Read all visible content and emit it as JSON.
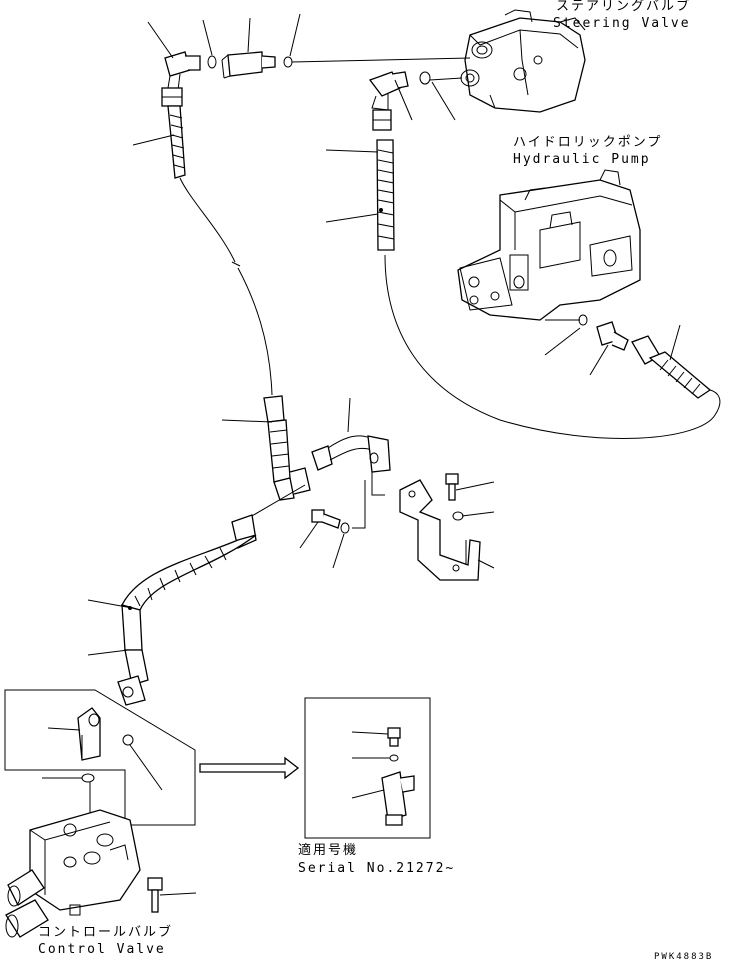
{
  "labels": {
    "steering_valve_jp": "ステアリングバルブ",
    "steering_valve_en": "Steering Valve",
    "hydraulic_pump_jp": "ハイドロリックポンプ",
    "hydraulic_pump_en": "Hydraulic Pump",
    "serial_jp": "適用号機",
    "serial_en": "Serial No.21272~",
    "control_valve_jp": "コントロールバルブ",
    "control_valve_en": "Control Valve",
    "drawing_code": "PWK4883B"
  }
}
